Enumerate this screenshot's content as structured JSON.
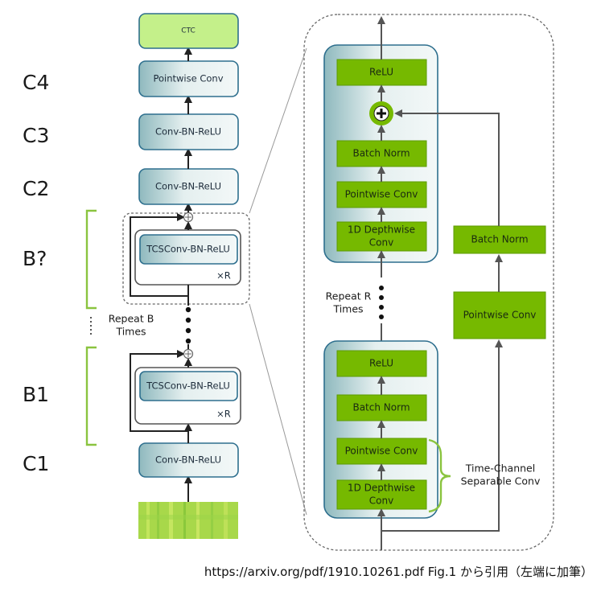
{
  "left_stack": {
    "ctc": "CTC",
    "pointwise_conv": "Pointwise Conv",
    "conv_bn_relu_c3": "Conv-BN-ReLU",
    "conv_bn_relu_c2": "Conv-BN-ReLU",
    "tcsconv_b": "TCSConv-BN-ReLU",
    "repeat_r_b": "×R",
    "tcsconv_b1": "TCSConv-BN-ReLU",
    "repeat_r_b1": "×R",
    "conv_bn_relu_c1": "Conv-BN-ReLU",
    "repeat_b_line1": "Repeat B",
    "repeat_b_line2": "Times"
  },
  "side_labels": {
    "c4": "C4",
    "c3": "C3",
    "c2": "C2",
    "b_last": "B?",
    "b1": "B1",
    "c1": "C1"
  },
  "detail": {
    "top_block": {
      "relu": "ReLU",
      "batch_norm": "Batch Norm",
      "pointwise_conv": "Pointwise Conv",
      "depthwise_line1": "1D Depthwise",
      "depthwise_line2": "Conv"
    },
    "bottom_block": {
      "relu": "ReLU",
      "batch_norm": "Batch Norm",
      "pointwise_conv": "Pointwise Conv",
      "depthwise_line1": "1D Depthwise",
      "depthwise_line2": "Conv"
    },
    "residual": {
      "batch_norm": "Batch Norm",
      "pointwise_conv": "Pointwise Conv"
    },
    "repeat_line1": "Repeat R",
    "repeat_line2": "Times",
    "tcs_line1": "Time-Channel",
    "tcs_line2": "Separable Conv"
  },
  "footer": "https://arxiv.org/pdf/1910.10261.pdf Fig.1 から引用（左端に加筆）",
  "colors": {
    "green": "#76b900",
    "light_green": "#c4f08a",
    "teal_border": "#2e6f8e",
    "brace_green": "#8ac43f"
  }
}
